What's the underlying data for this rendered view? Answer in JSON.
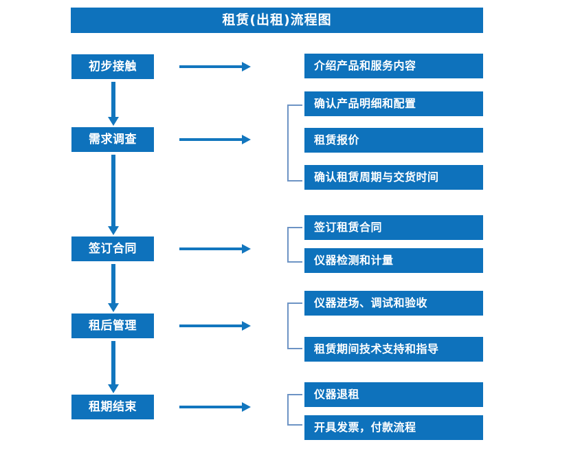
{
  "title": {
    "text": "租赁(出租)流程图"
  },
  "colors": {
    "box_fill": "#0E72BC",
    "box_text": "#FFFFFF",
    "arrow": "#1276BE",
    "bracket": "#6C93C4",
    "background": "#FFFFFF"
  },
  "stages": [
    {
      "label": "初步接触"
    },
    {
      "label": "需求调查"
    },
    {
      "label": "签订合同"
    },
    {
      "label": "租后管理"
    },
    {
      "label": "租期结束"
    }
  ],
  "details": [
    {
      "label": "介绍产品和服务内容"
    },
    {
      "label": "确认产品明细和配置"
    },
    {
      "label": "租赁报价"
    },
    {
      "label": "确认租赁周期与交货时间"
    },
    {
      "label": "签订租赁合同"
    },
    {
      "label": "仪器检测和计量"
    },
    {
      "label": "仪器进场、调试和验收"
    },
    {
      "label": "租赁期间技术支持和指导"
    },
    {
      "label": "仪器退租"
    },
    {
      "label": "开具发票，付款流程"
    }
  ],
  "flow": {
    "stage_to_detail_arrows": 5,
    "stage_to_stage_arrows": 4,
    "group_brackets": 4
  }
}
